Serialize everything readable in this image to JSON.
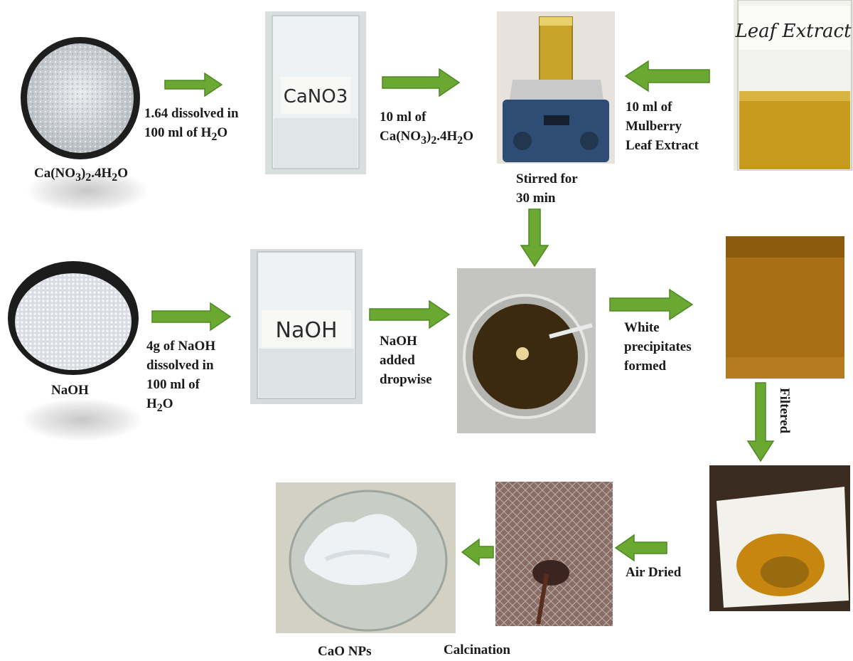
{
  "colors": {
    "arrow": "#6aa832",
    "arrow_edge": "#4d8a22",
    "text": "#1a1a1a"
  },
  "labels": {
    "ca_salt": "Ca(NO<sub>3</sub>)<sub>2</sub>.4H<sub>2</sub>O",
    "ca_dissolve": "1.64 dissolved in\n100 ml of H<sub>2</sub>O",
    "ca_volume": "10 ml of\nCa(NO<sub>3</sub>)<sub>2</sub>.4H<sub>2</sub>O",
    "stirred": "Stirred for\n30 min",
    "leaf_volume": "10 ml of\nMulberry\nLeaf Extract",
    "naoh": "NaOH",
    "naoh_dissolve": "4g of NaOH\ndissolved in\n100 ml of\nH<sub>2</sub>O",
    "naoh_added": "NaOH\nadded\ndropwise",
    "white_ppt": "White\nprecipitates\nformed",
    "filtered": "Filtered",
    "air_dried": "Air Dried",
    "calcination": "Calcination",
    "cao": "CaO NPs"
  },
  "photo_labels": {
    "beaker_ca": "CaNO3",
    "beaker_naoh": "NaOH",
    "jar_leaf": "Leaf Extract"
  }
}
